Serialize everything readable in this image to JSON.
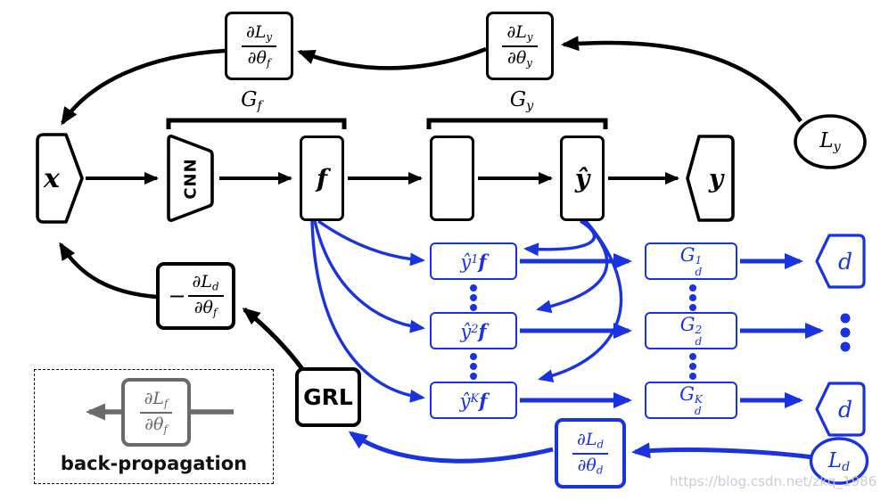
{
  "colors": {
    "black": "#000000",
    "accent_blue": "#1a33e0",
    "legend_gray": "#6a6a6a",
    "watermark_gray": "#c4c6d2"
  },
  "watermark": "https://blog.csdn.net/zkq_1986",
  "labels": {
    "x": "x",
    "cnn": "CNN",
    "f": "f",
    "yhat": "ŷ",
    "y": "y",
    "grl": "GRL",
    "d_top": "d",
    "d_bottom": "d",
    "Gf": {
      "base": "G",
      "sub": "f"
    },
    "Gy": {
      "base": "G",
      "sub": "y"
    },
    "Ly": {
      "base": "L",
      "sub": "y"
    },
    "Ld": {
      "base": "L",
      "sub": "d"
    }
  },
  "branches": {
    "f1": {
      "base": "ŷ",
      "sup": "1",
      "f": "f"
    },
    "f2": {
      "base": "ŷ",
      "sup": "2",
      "f": "f"
    },
    "fK": {
      "base": "ŷ",
      "sup": "K",
      "f": "f"
    },
    "G1": {
      "base": "G",
      "sup": "1",
      "sub": "d"
    },
    "G2": {
      "base": "G",
      "sup": "2",
      "sub": "d"
    },
    "GK": {
      "base": "G",
      "sup": "K",
      "sub": "d"
    }
  },
  "gradients": {
    "dLy_dThf": {
      "num_base": "∂L",
      "num_sub": "y",
      "den_base": "∂θ",
      "den_sub": "f"
    },
    "dLy_dThy": {
      "num_base": "∂L",
      "num_sub": "y",
      "den_base": "∂θ",
      "den_sub": "y"
    },
    "neg_dLd_dThf": {
      "sign": "−",
      "num_base": "∂L",
      "num_sub": "d",
      "den_base": "∂θ",
      "den_sub": "f"
    },
    "dLd_dThd": {
      "num_base": "∂L",
      "num_sub": "d",
      "den_base": "∂θ",
      "den_sub": "d"
    },
    "dLf_dThf": {
      "num_base": "∂L",
      "num_sub": "f",
      "den_base": "∂θ",
      "den_sub": "f"
    }
  },
  "legend": {
    "caption": "back-propagation"
  }
}
